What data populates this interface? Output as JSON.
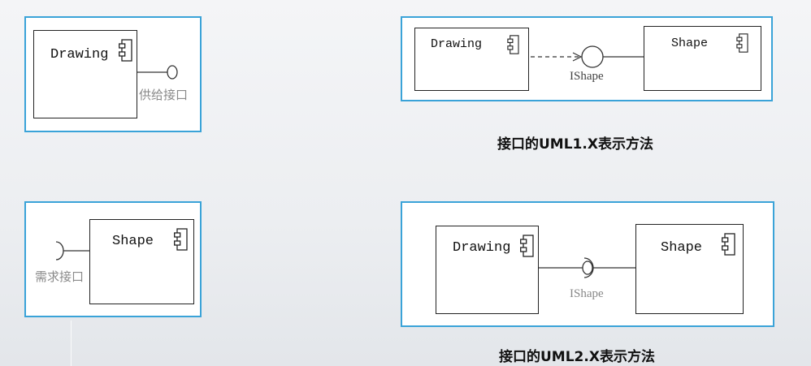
{
  "diagrams": {
    "provided": {
      "component": "Drawing",
      "interface_label": "供给接口"
    },
    "required": {
      "component": "Shape",
      "interface_label": "需求接口"
    },
    "uml1": {
      "left_component": "Drawing",
      "right_component": "Shape",
      "interface_name": "IShape",
      "caption": "接口的UML1.X表示方法"
    },
    "uml2": {
      "left_component": "Drawing",
      "right_component": "Shape",
      "interface_name": "IShape",
      "caption": "接口的UML2.X表示方法"
    }
  },
  "colors": {
    "panel_border": "#3aa3d8",
    "label_gray": "#8a8a8a"
  },
  "icons": [
    "component-icon"
  ]
}
